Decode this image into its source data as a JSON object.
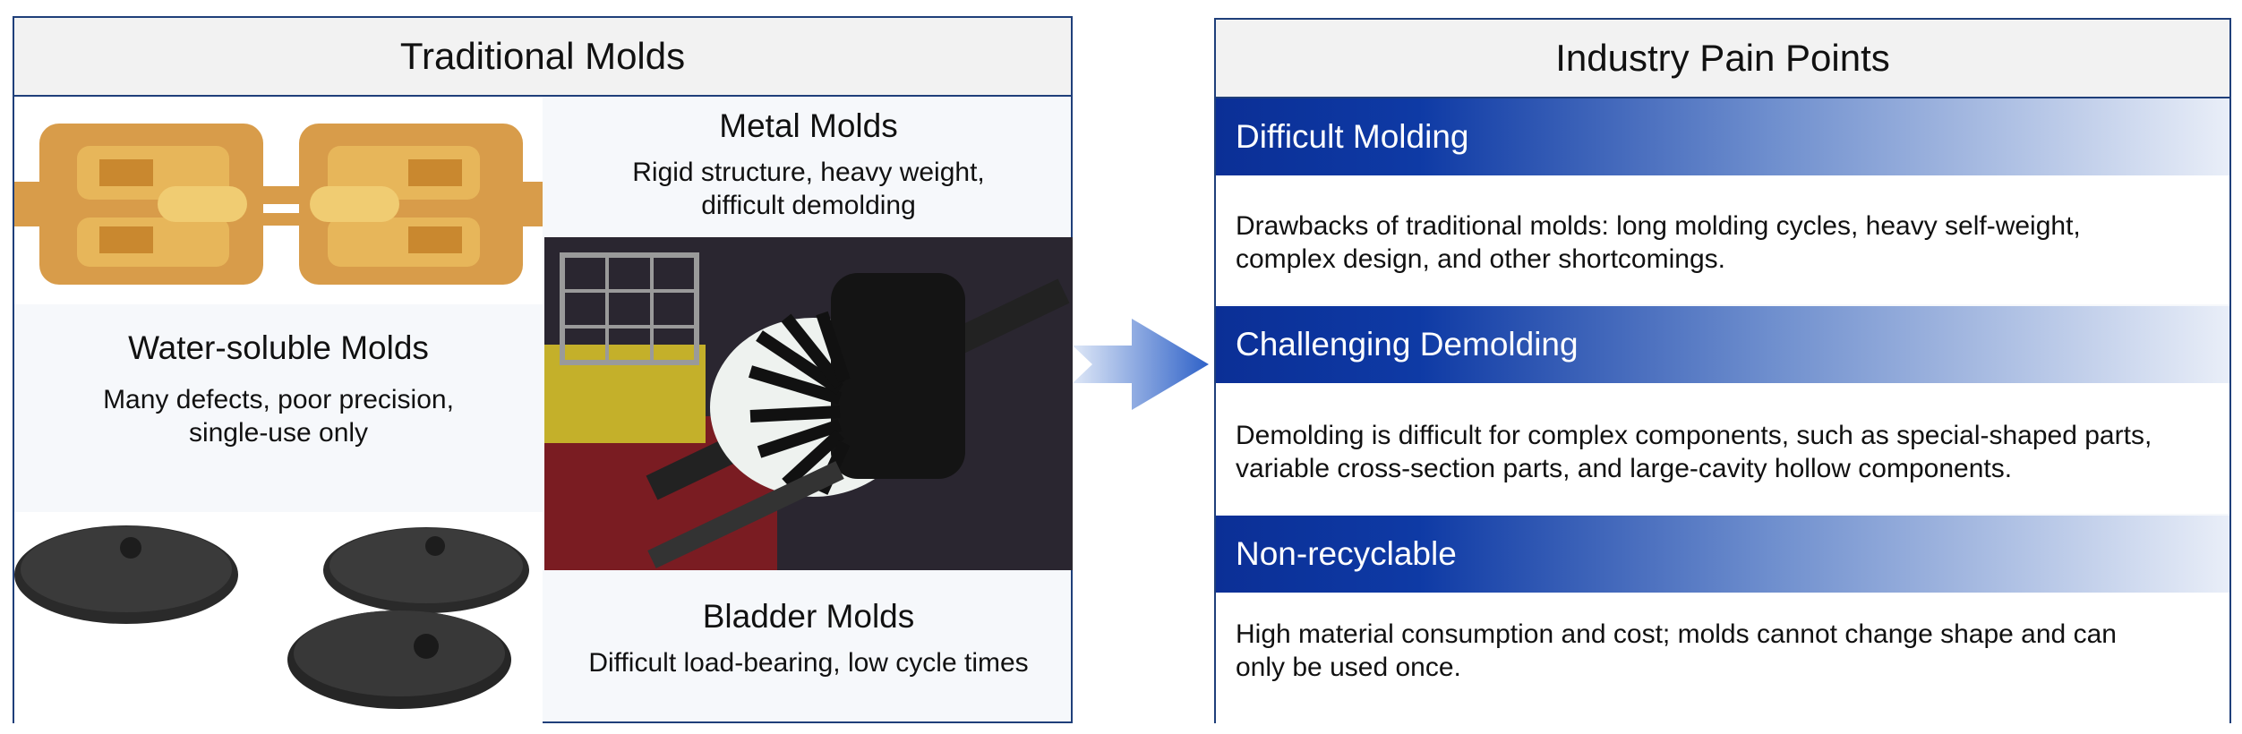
{
  "left": {
    "title": "Traditional Molds",
    "metal": {
      "title": "Metal Molds",
      "desc_line1": "Rigid structure, heavy weight,",
      "desc_line2": "difficult demolding"
    },
    "water": {
      "title": "Water-soluble Molds",
      "desc_line1": "Many defects, poor precision,",
      "desc_line2": "single-use only"
    },
    "bladder": {
      "title": "Bladder Molds",
      "desc": "Difficult load-bearing, low cycle times"
    }
  },
  "right": {
    "title": "Industry Pain Points",
    "items": [
      {
        "heading": "Difficult Molding",
        "line1": "Drawbacks of traditional molds: long molding cycles, heavy self-weight,",
        "line2": "complex design, and other shortcomings."
      },
      {
        "heading": "Challenging Demolding",
        "line1": "Demolding is difficult for complex components, such as special-shaped parts,",
        "line2": "variable cross-section parts, and large-cavity hollow components."
      },
      {
        "heading": "Non-recyclable",
        "line1": "High material consumption and cost; molds cannot change shape and can",
        "line2": "only be used once."
      }
    ]
  },
  "colors": {
    "border": "#1f3f7a",
    "banner_dark": "#0b2f96",
    "arrow": "#2f62c8"
  }
}
